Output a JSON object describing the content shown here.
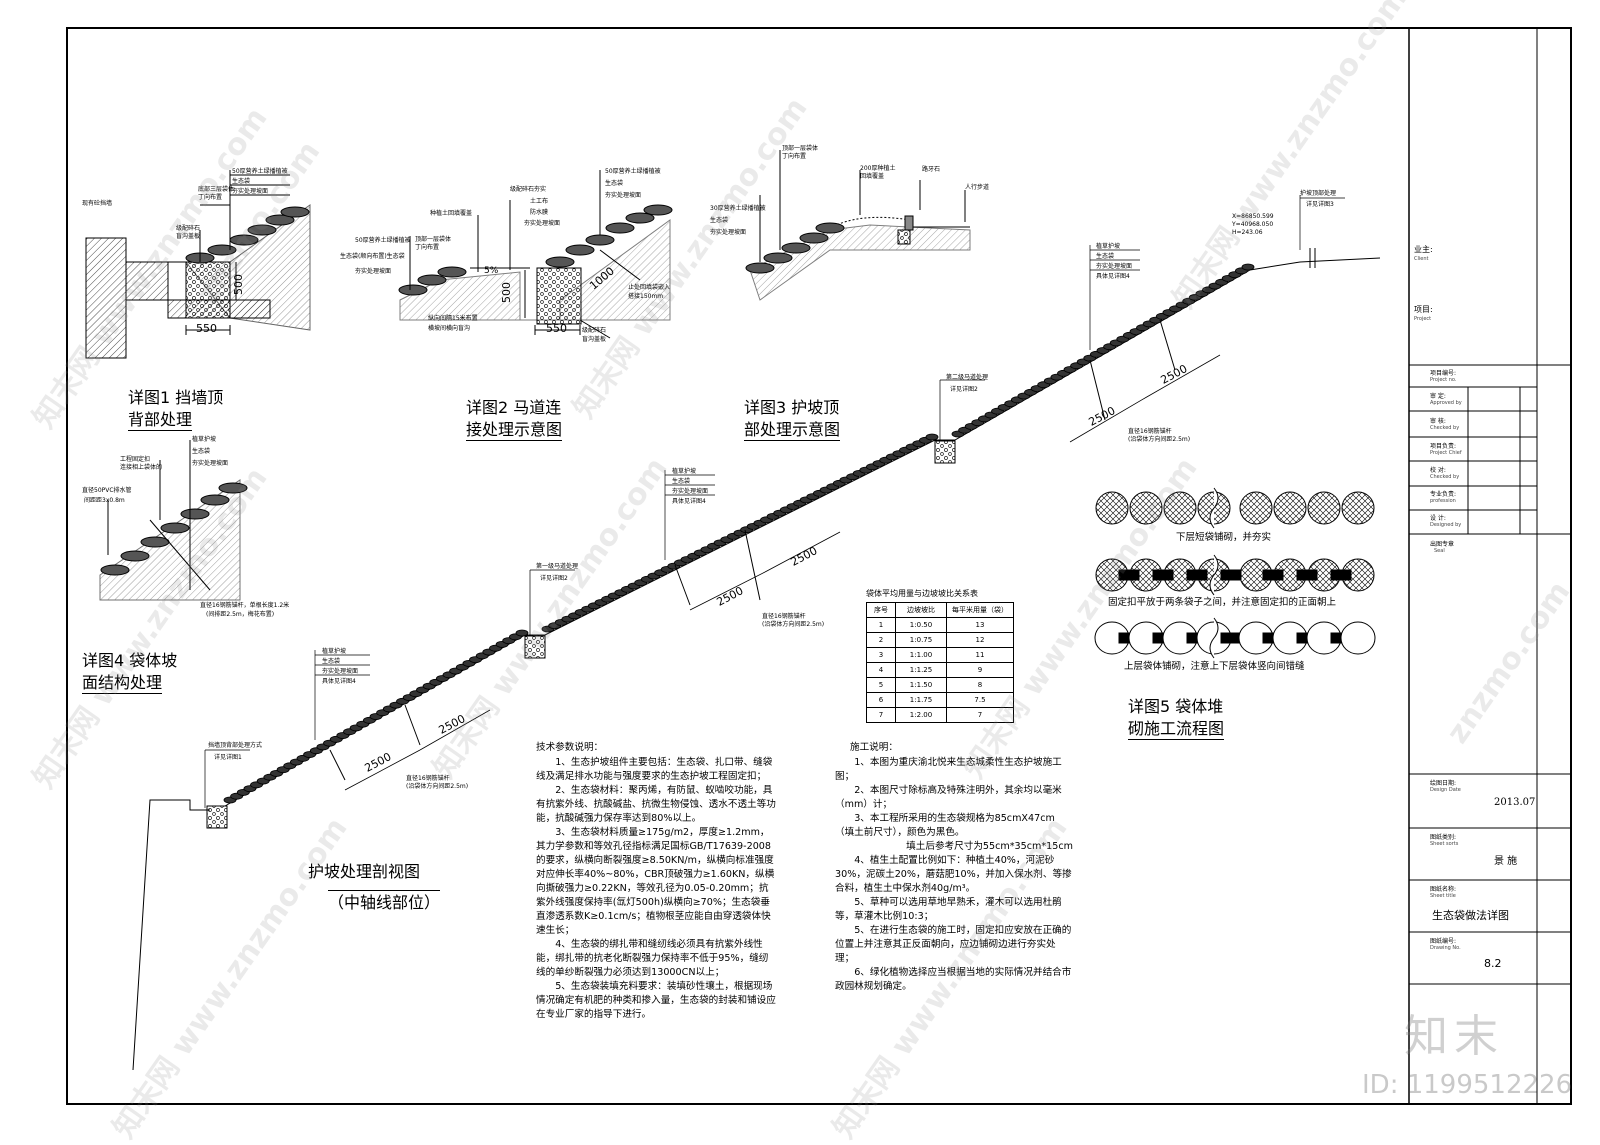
{
  "details": {
    "d1": {
      "title_line1": "详图1  挡墙顶",
      "title_line2": "背部处理",
      "labels": [
        "现有砼挡墙",
        "底部三层袋体",
        "丁向布置",
        "50厚营养土绿播植被",
        "生态袋",
        "夯实处理坡面",
        "级配碎石",
        "盲沟盖板"
      ],
      "dims": [
        "500",
        "550"
      ]
    },
    "d2": {
      "title_line1": "详图2  马道连",
      "title_line2": "接处理示意图",
      "labels": [
        "种植土回填覆盖",
        "顶部一层袋体",
        "丁向布置",
        "50厚营养土绿播植被",
        "生态袋(顺向布置)生态袋",
        "夯实处理坡面",
        "级配碎石夯实",
        "土工布",
        "防水膜",
        "夯实处理坡面",
        "50厚营养土绿播植被",
        "生态袋",
        "夯实处理坡面",
        "纵向间隔15米布置",
        "横坡间横向盲沟",
        "级配碎石",
        "盲沟盖板",
        "止处回填袋嵌入",
        "搭接150mm"
      ],
      "slope": "5%",
      "dims": [
        "500",
        "550",
        "1000"
      ]
    },
    "d3": {
      "title_line1": "详图3  护坡顶",
      "title_line2": "部处理示意图",
      "labels": [
        "顶部一层袋体",
        "丁向布置",
        "200厚种植土",
        "回填覆盖",
        "路牙石",
        "人行步道",
        "30厚营养土绿播植被",
        "生态袋",
        "夯实处理坡面"
      ]
    },
    "d4": {
      "title_line1": "详图4  袋体坡",
      "title_line2": "面结构处理",
      "labels": [
        "植草护坡",
        "生态袋",
        "夯实处理坡面",
        "工程固定扣",
        "连接相上袋体的",
        "直径50PVC排水管",
        "间距距3x0.8m",
        "直径16钢筋锚杆，单根长度1.2米",
        "(间排距2.5m，梅花布置)"
      ]
    },
    "d5": {
      "title_line1": "详图5  袋体堆",
      "title_line2": "砌施工流程图",
      "captions": [
        "下层短袋铺砌，并夯实",
        "固定扣平放于两条袋子之间，并注意固定扣的正面朝上",
        "上层袋体铺砌，注意上下层袋体竖向间错缝"
      ]
    }
  },
  "section": {
    "title": "护坡处理剖视图",
    "subtitle": "（中轴线部位）",
    "dims": [
      "2500",
      "2500",
      "2500",
      "2500",
      "2500",
      "2500"
    ],
    "labels": {
      "bottom": [
        "挡墙顶背部处理方式",
        "详见详图1"
      ],
      "anchor1": [
        "直径16钢筋锚杆",
        "(沿袋体方向间距2.5m)"
      ],
      "anchor2": [
        "直径16钢筋锚杆",
        "(沿袋体方向间距2.5m)"
      ],
      "anchor3": [
        "直径16钢筋锚杆",
        "(沿袋体方向间距2.5m)"
      ],
      "berm1": [
        "第一级马道处理",
        "详见详图2"
      ],
      "berm2": [
        "第二级马道处理",
        "详见详图2"
      ],
      "slope_callout": [
        "植草护坡",
        "生态袋",
        "夯实处理坡面",
        "具体见详图4"
      ],
      "top": [
        "护坡顶部处理",
        "详见详图3"
      ],
      "coords": [
        "X=86850.599",
        "Y=40968.050",
        "H=243.06"
      ]
    }
  },
  "table": {
    "title": "袋体平均用量与边坡坡比关系表",
    "headers": [
      "序号",
      "边坡坡比",
      "每平米用量（袋）"
    ],
    "rows": [
      [
        "1",
        "1:0.50",
        "13"
      ],
      [
        "2",
        "1:0.75",
        "12"
      ],
      [
        "3",
        "1:1.00",
        "11"
      ],
      [
        "4",
        "1:1.25",
        "9"
      ],
      [
        "5",
        "1:1.50",
        "8"
      ],
      [
        "6",
        "1:1.75",
        "7.5"
      ],
      [
        "7",
        "1:2.00",
        "7"
      ]
    ]
  },
  "tech_notes": {
    "heading": "技术参数说明：",
    "items": [
      "1、生态护坡组件主要包括：生态袋、扎口带、缝袋线及满足排水功能与强度要求的生态护坡工程固定扣；",
      "2、生态袋材料：聚丙烯，有防鼠、蚁啮咬功能，具有抗紫外线、抗酸碱盐、抗微生物侵蚀、透水不透土等功能，抗酸碱强力保存率达到80%以上。",
      "3、生态袋材料质量≥175g/m2，厚度≥1.2mm，其力学参数和等效孔径指标满足国标GB/T17639-2008的要求，纵横向断裂强度≥8.50KN/m，纵横向标准强度对应伸长率40%~80%，CBR顶破强力≥1.60KN，纵横向撕破强力≥0.22KN，等效孔径为0.05-0.20mm；抗紫外线强度保持率(氙灯500h)纵横向≥70%；生态袋垂直渗透系数K≥0.1cm/s；植物根茎应能自由穿透袋体快速生长；",
      "4、生态袋的绑扎带和缝纫线必须具有抗紫外线性能，绑扎带的抗老化断裂强力保持率不低于95%，缝纫线的单纱断裂强力必须达到13000CN以上；",
      "5、生态袋装填充料要求：装填砂性壤土，根据现场情况确定有机肥的种类和掺入量，生态袋的封装和铺设应在专业厂家的指导下进行。"
    ]
  },
  "construction_notes": {
    "heading": "施工说明：",
    "items": [
      "1、本图为重庆渝北悦来生态城柔性生态护坡施工图；",
      "2、本图尺寸除标高及特殊注明外，其余均以毫米（mm）计；",
      "3、本工程所采用的生态袋规格为85cmX47cm（填土前尺寸），颜色为黑色。",
      "填土后参考尺寸为55cm*35cm*15cm",
      "4、植生土配置比例如下：种植土40%，河泥砂30%，泥碳土20%，蘑菇肥10%，并加入保水剂、等掺合料，植生土中保水剂40g/m³。",
      "5、草种可以选用草地早熟禾，灌木可以选用杜鹃等，草灌木比例10:3；",
      "5、在进行生态袋的施工时，固定扣应安放在正确的位置上并注意其正反面朝向，应边铺砌边进行夯实处理；",
      "6、绿化植物选择应当根据当地的实际情况并结合市政园林规划确定。"
    ]
  },
  "title_block": {
    "owner": {
      "label": "业主:",
      "sub": "Client"
    },
    "project": {
      "label": "项目:",
      "sub": "Project"
    },
    "rows": [
      {
        "label": "项目编号:",
        "sub": "Project no."
      },
      {
        "label": "审  定:",
        "sub": "Approved by"
      },
      {
        "label": "审  核:",
        "sub": "Checked by"
      },
      {
        "label": "项目负责:",
        "sub": "Project Chief"
      },
      {
        "label": "校  对:",
        "sub": "Checked by"
      },
      {
        "label": "专业负责:",
        "sub": "profession"
      },
      {
        "label": "设  计:",
        "sub": "Designed by"
      }
    ],
    "seal": {
      "label": "出图专章",
      "sub": "Seal"
    },
    "date": {
      "label": "绘图日期:",
      "sub": "Design Date",
      "value": "2013.07"
    },
    "sheet_sort": {
      "label": "图纸类别:",
      "sub": "Sheet sorts",
      "value": "景 施"
    },
    "sheet_title": {
      "label": "图纸名称:",
      "sub": "Sheet title",
      "value": "生态袋做法详图"
    },
    "drawing_no": {
      "label": "图纸编号:",
      "sub": "Drawing No.",
      "value": "8.2"
    }
  },
  "watermark": {
    "site": "znzmo.com",
    "brand": "知末网 www.znzmo.com",
    "logo": "知末",
    "id": "ID: 1199512226"
  }
}
